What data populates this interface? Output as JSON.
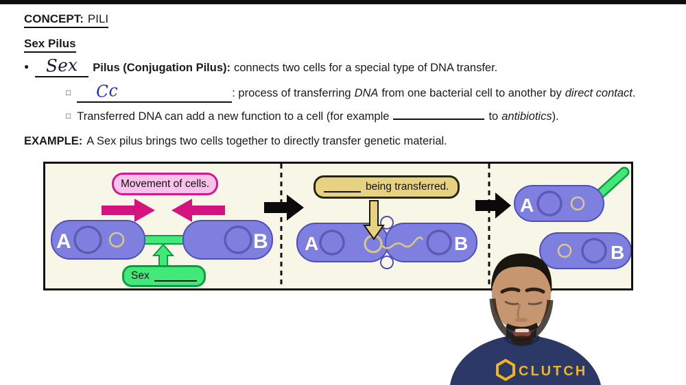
{
  "slide": {
    "concept": {
      "label": "CONCEPT:",
      "title": "PILI"
    },
    "section_heading": "Sex Pilus",
    "bullet_glyph": "●",
    "checkbox_glyph": "□",
    "bullet": {
      "handwritten": "Sex",
      "term": "Pilus (Conjugation Pilus):",
      "desc": "connects two cells for a special type of DNA transfer."
    },
    "sub1": {
      "handwritten": "Cc",
      "t1": ": process of transferring",
      "em1": "DNA",
      "t2": "from one bacterial cell to another by",
      "em2": "direct contact",
      "t3": "."
    },
    "sub2": {
      "t1": "Transferred DNA can add a new function to a cell (for example",
      "t2": "to",
      "em1": "antibiotics",
      "t3": ")."
    },
    "example": {
      "label": "EXAMPLE:",
      "text": "A Sex pilus brings two cells together to directly transfer genetic material."
    }
  },
  "diagram": {
    "movement_label": "Movement of cells.",
    "sex_pilus_label": "Sex",
    "transfer_label": "being transferred.",
    "cell_a": "A",
    "cell_b": "B",
    "colors": {
      "panel_background": "#f8f7e7",
      "cell_fill": "#7f7fe0",
      "cell_border": "#4f4fba",
      "nucleoid_ring": "#5b5bb2",
      "plasmid_ring": "#d8ca82",
      "pilus_green": "#42e878",
      "pilus_green_dark": "#0d9a43",
      "movement_pink_fill": "#f9c2ea",
      "movement_pink_border": "#d6188c",
      "arrow_magenta": "#d4137e",
      "transfer_tan": "#e7d183"
    }
  },
  "webcam": {
    "shirt_text": "CLUTCH"
  }
}
